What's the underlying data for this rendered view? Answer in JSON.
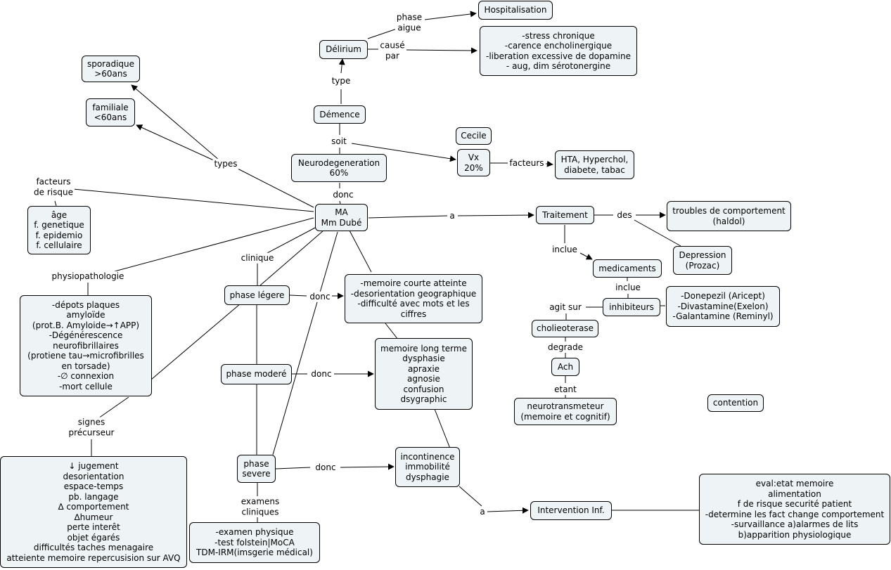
{
  "nodes": {
    "hospitalisation": "Hospitalisation",
    "causes": "-stress chronique\n-carence encholinergique\n-liberation excessive de dopamine\n- aug, dim sérotonergine",
    "delirium": "Délirium",
    "sporadique": "sporadique\n>60ans",
    "familiale": "familiale\n<60ans",
    "demence": "Démence",
    "cecile": "Cecile",
    "neurodegeneration": "Neurodegeneration\n60%",
    "vx": "Vx\n20%",
    "hta": "HTA, Hyperchol,\ndiabete, tabac",
    "ma": "MA\nMm Dubé",
    "traitement": "Traitement",
    "troubles": "troubles de comportement\n(haldol)",
    "depression": "Depression\n(Prozac)",
    "facteurs_list": "âge\nf. genetique\nf. epidemio\nf. cellulaire",
    "medicaments": "medicaments",
    "inhibiteurs": "inhibiteurs",
    "inhib_list": "-Donepezil (Aricept)\n-Divastamine(Exelon)\n-Galantamine (Reminyl)",
    "cholio": "cholieoterase",
    "ach": "Ach",
    "neurotrans": "neurotransmeteur\n(memoire et cognitif)",
    "contention": "contention",
    "physio_box": "-dépots plaques\namyloïde\n(prot.B. Amyloide→↑APP)\n-Dégénérescence\nneurofibrillaires\n(protiene tau→microfibrilles\nen torsade)\n-∅ connexion\n-mort cellule",
    "phase_legere": "phase légere",
    "legere_sx": "-memoire courte atteinte\n-desorientation geographique\n-difficulté avec mots et les\nciffres",
    "phase_modere": "phase moderé",
    "modere_sx": "memoire long terme\ndysphasie\napraxie\nagnosie\nconfusion\ndsygraphic",
    "phase_severe": "phase\nsevere",
    "severe_sx": "incontinence\nimmobilité\ndysphagie",
    "intervention": "Intervention Inf.",
    "eval_box": "eval:etat memoire\nalimentation\nf de risque securité patient\n-determine les fact change comportement\n-survaillance a)alarmes de lits\nb)apparition physiologique",
    "signes_box": "↓ jugement\ndesorientation\nespace-temps\npb. langage\n∆ comportement\n∆humeur\nperte interêt\nobjet égarés\ndifficultés taches menagaire\natteiente memoire repercusision sur AVQ",
    "examens_box": "-examen physique\n-test folstein|MoCA\nTDM-IRM(imsgerie médical)"
  },
  "labels": {
    "phase_aigue": "phase\naigue",
    "cause_par": "causé\npar",
    "type": "type",
    "soit": "soit",
    "facteurs": "facteurs",
    "donc_ma": "donc",
    "types": "types",
    "facteurs_risque": "facteurs\nde risque",
    "a_traitement": "a",
    "des": "des",
    "inclue1": "inclue",
    "inclue2": "inclue",
    "agit_sur": "agit sur",
    "degrade": "degrade",
    "etant": "etant",
    "clinique": "clinique",
    "physiopathologie": "physiopathologie",
    "donc_legere": "donc",
    "donc_modere": "donc",
    "donc_severe": "donc",
    "a_intervention": "a",
    "signes": "signes\nprécurseur",
    "examens": "examens\ncliniques"
  }
}
